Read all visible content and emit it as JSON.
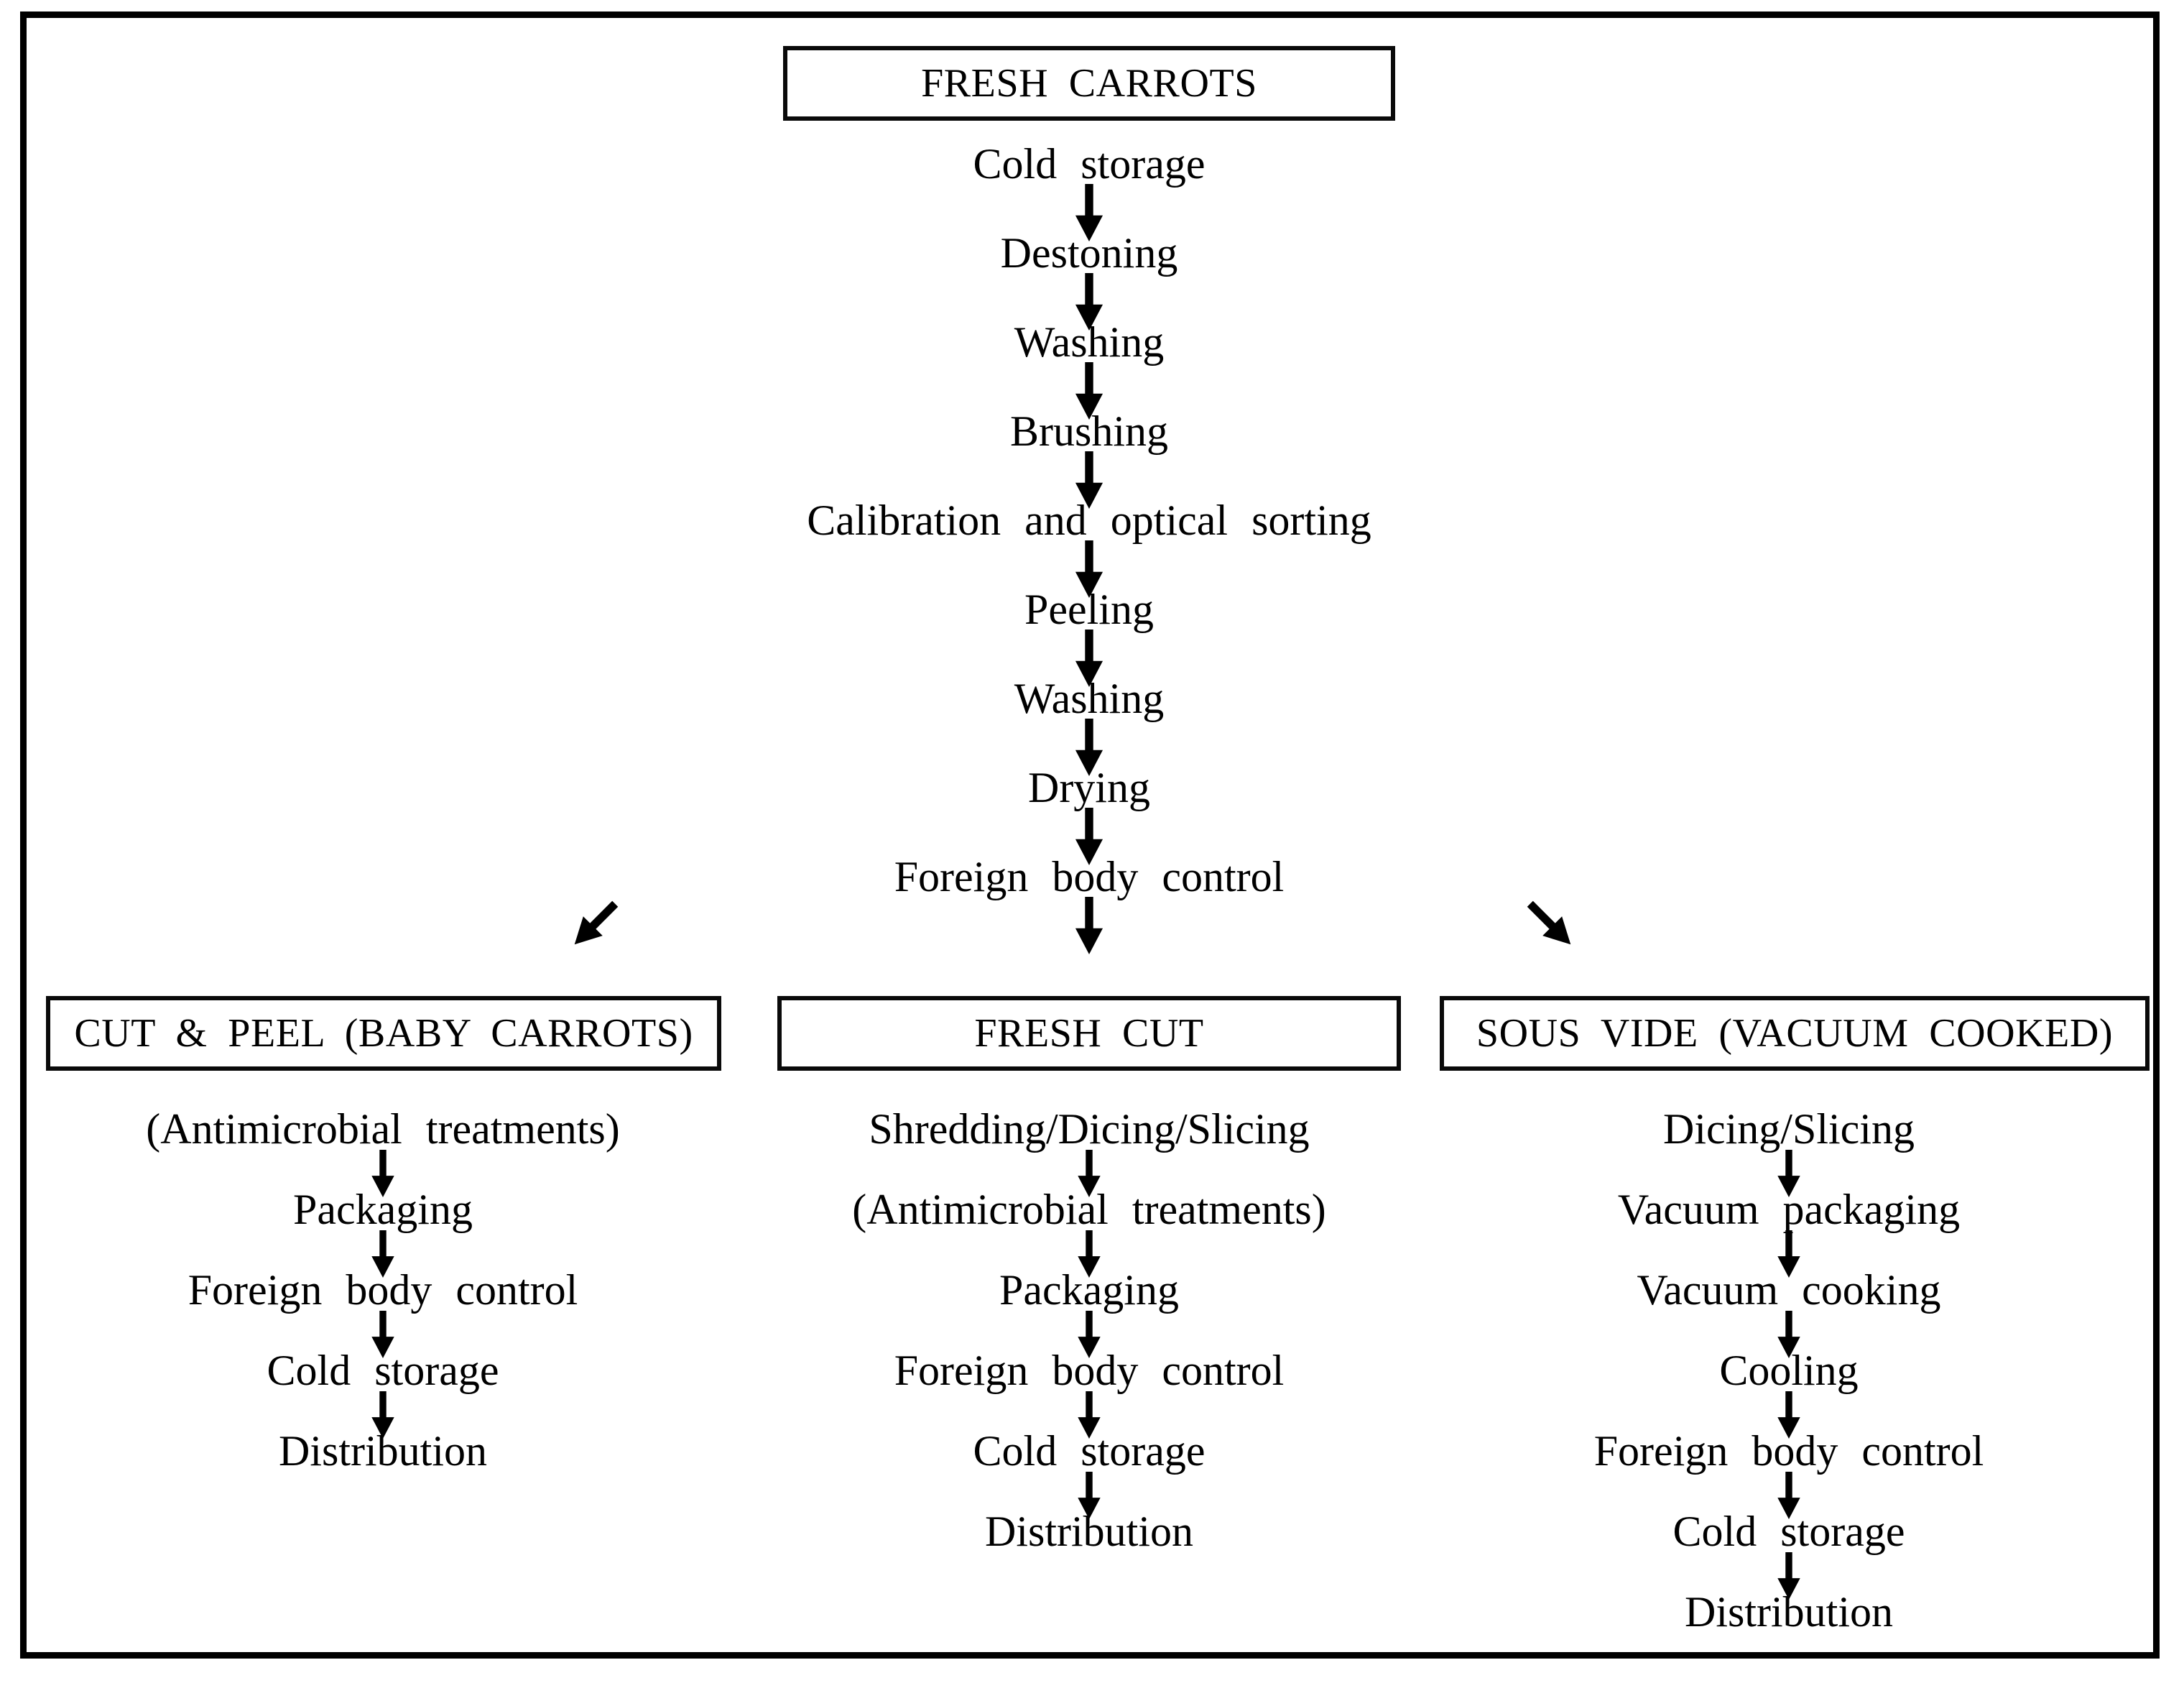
{
  "page": {
    "background_color": "#ffffff",
    "ink_color": "#000000",
    "description": "Flow diagram of fresh carrot processing into three product lines"
  },
  "icons": {
    "down_arrow": "down-arrow",
    "diagonal_left": "diagonal-arrow-down-left",
    "diagonal_right": "diagonal-arrow-down-right"
  },
  "top_box": {
    "label": "FRESH CARROTS"
  },
  "main_chain": {
    "steps": [
      "Cold storage",
      "Destoning",
      "Washing",
      "Brushing",
      "Calibration and optical sorting",
      "Peeling",
      "Washing",
      "Drying",
      "Foreign body control"
    ]
  },
  "branches": [
    {
      "id": "cut-peel",
      "box_label": "CUT & PEEL (BABY CARROTS)",
      "steps": [
        "(Antimicrobial treatments)",
        "Packaging",
        "Foreign body control",
        "Cold storage",
        "Distribution"
      ]
    },
    {
      "id": "fresh-cut",
      "box_label": "FRESH CUT",
      "steps": [
        "Shredding/Dicing/Slicing",
        "(Antimicrobial treatments)",
        "Packaging",
        "Foreign body control",
        "Cold storage",
        "Distribution"
      ]
    },
    {
      "id": "sous-vide",
      "box_label": "SOUS VIDE (VACUUM COOKED)",
      "steps": [
        "Dicing/Slicing",
        "Vacuum packaging",
        "Vacuum cooking",
        "Cooling",
        "Foreign body control",
        "Cold storage",
        "Distribution"
      ]
    }
  ]
}
